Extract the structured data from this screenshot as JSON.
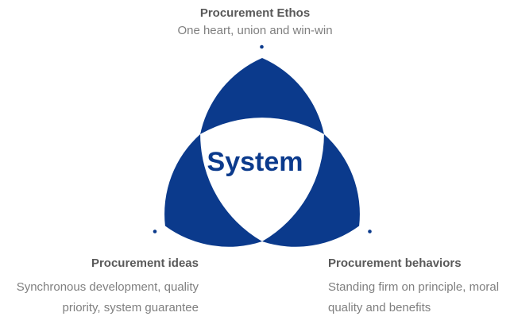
{
  "colors": {
    "petal_blue": "#0b3a8c",
    "title_gray": "#595959",
    "subtitle_gray": "#7f7f7f",
    "background": "#ffffff"
  },
  "diagram": {
    "center_label": "System",
    "top": {
      "title": "Procurement Ethos",
      "subtitle": "One heart, union and win-win"
    },
    "bottom_left": {
      "title": "Procurement ideas",
      "subtitle": "Synchronous development, quality priority, system guarantee"
    },
    "bottom_right": {
      "title": "Procurement behaviors",
      "subtitle": "Standing firm on principle, moral quality and benefits"
    }
  }
}
